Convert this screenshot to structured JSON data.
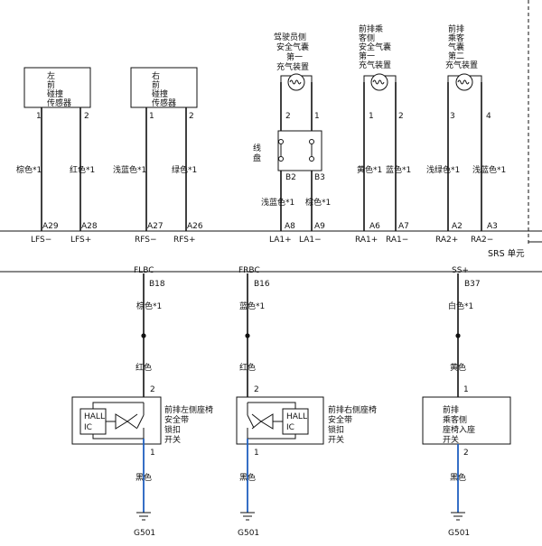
{
  "sensors": [
    {
      "label": [
        "左",
        "前",
        "碰撞",
        "传感器"
      ],
      "pins": [
        "1",
        "2"
      ],
      "wires": [
        "棕色*1",
        "红色*1"
      ],
      "conn": [
        "A29",
        "A28"
      ],
      "sig": [
        "LFS−",
        "LFS+"
      ]
    },
    {
      "label": [
        "右",
        "前",
        "碰撞",
        "传感器"
      ],
      "pins": [
        "1",
        "2"
      ],
      "wires": [
        "浅蓝色*1",
        "绿色*1"
      ],
      "conn": [
        "A27",
        "A26"
      ],
      "sig": [
        "RFS−",
        "RFS+"
      ]
    }
  ],
  "airbags": [
    {
      "label": [
        "驾驶员侧",
        "安全气囊",
        "第一",
        "充气装置"
      ],
      "pins": [
        "2",
        "1"
      ]
    },
    {
      "label": [
        "前排乘",
        "客侧",
        "安全气囊",
        "第一",
        "充气装置"
      ],
      "pins": [
        "1",
        "2"
      ],
      "wires": [
        "黄色*1",
        "蓝色*1"
      ],
      "conn": [
        "A6",
        "A7"
      ],
      "sig": [
        "RA1+",
        "RA1−"
      ]
    },
    {
      "label": [
        "前排",
        "乘客",
        "气囊",
        "第二",
        "充气装置"
      ],
      "pins": [
        "3",
        "4"
      ],
      "wires": [
        "浅绿色*1",
        "浅蓝色*1"
      ],
      "conn": [
        "A2",
        "A3"
      ],
      "sig": [
        "RA2+",
        "RA2−"
      ]
    }
  ],
  "clockspring": {
    "label": [
      "线",
      "盘"
    ],
    "pins": [
      "B2",
      "B3"
    ],
    "wires": [
      "浅蓝色*1",
      "棕色*1"
    ],
    "conn": [
      "A8",
      "A9"
    ],
    "sig": [
      "LA1+",
      "LA1−"
    ]
  },
  "srs_unit": "SRS 单元",
  "switches": [
    {
      "sig": "FLBC",
      "conn": "B18",
      "wire_top": "棕色*1",
      "wire_mid": "红色",
      "pins": [
        "2",
        "1"
      ],
      "ic": [
        "HALL",
        "IC"
      ],
      "label": [
        "前排左侧座椅",
        "安全带",
        "锁扣",
        "开关"
      ],
      "wire_bot": "黑色",
      "ground": "G501"
    },
    {
      "sig": "FRBC",
      "conn": "B16",
      "wire_top": "蓝色*1",
      "wire_mid": "红色",
      "pins": [
        "2",
        "1"
      ],
      "ic": [
        "HALL",
        "IC"
      ],
      "label": [
        "前排右侧座椅",
        "安全带",
        "锁扣",
        "开关"
      ],
      "wire_bot": "黑色",
      "ground": "G501"
    },
    {
      "sig": "SS+",
      "conn": "B37",
      "wire_top": "白色*1",
      "wire_mid": "黄色",
      "pins": [
        "1",
        "2"
      ],
      "label": [
        "前排",
        "乘客侧",
        "座椅入座",
        "开关"
      ],
      "wire_bot": "黑色",
      "ground": "G501"
    }
  ]
}
